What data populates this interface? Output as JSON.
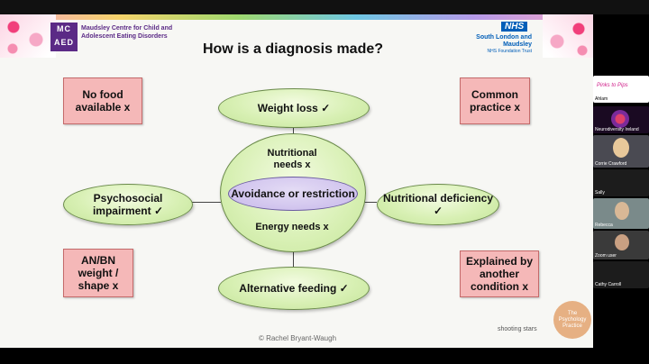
{
  "slide": {
    "title": "How is a diagnosis made?",
    "logo_left": {
      "acronym": "MC\nAED",
      "org": "Maudsley Centre for Child and Adolescent Eating Disorders"
    },
    "logo_right": {
      "badge": "NHS",
      "org": "South London and Maudsley",
      "trust": "NHS Foundation Trust"
    },
    "boxes": {
      "top_left": "No food available x",
      "top_right": "Common practice x",
      "bottom_left": "AN/BN weight / shape x",
      "bottom_right": "Explained by another condition x"
    },
    "ovals": {
      "top": "Weight loss ✓",
      "left": "Psychosocial impairment ✓",
      "right": "Nutritional deficiency ✓",
      "bottom": "Alternative feeding ✓"
    },
    "center": {
      "top_text": "Nutritional needs x",
      "inner": "Avoidance or restriction",
      "bottom_text": "Energy needs x"
    },
    "copyright": "© Rachel Bryant-Waugh",
    "footer_logo": "shooting stars",
    "practice_logo": "The Psychology Practice"
  },
  "participants": [
    {
      "name": "Ahlam",
      "label": "Pinks to Pips"
    },
    {
      "name": "Neurodiversity Ireland"
    },
    {
      "name": "Corrie Crawford"
    },
    {
      "name": "Sally"
    },
    {
      "name": "Rebecca"
    },
    {
      "name": "Zoom user"
    },
    {
      "name": "Cathy Carroll"
    }
  ],
  "colors": {
    "box_fill": "#f5b8b8",
    "oval_fill": "#d8f0b4",
    "inner_oval_fill": "#c7b8ea",
    "brand_purple": "#5b2a86",
    "nhs_blue": "#005eb8"
  }
}
